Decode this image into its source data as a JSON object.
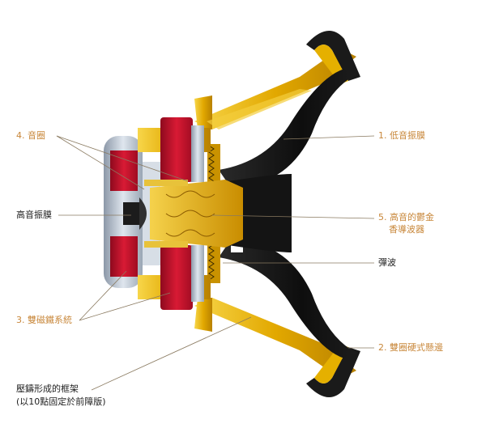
{
  "labels": {
    "voice_coil": "4. 音圈",
    "tweeter_diaphragm": "高音振膜",
    "dual_magnet_system": "3. 雙磁鐵系統",
    "die_cast_frame_line1": "壓鑄形成的框架",
    "die_cast_frame_line2": "(以10點固定於前障版)",
    "woofer_diaphragm": "1. 低音振膜",
    "tulip_waveguide_line1": "5. 高音的鬱金",
    "tulip_waveguide_line2": "香導波器",
    "spider": "彈波",
    "double_surround": "2. 雙圈硬式懸邊"
  },
  "colors": {
    "label_orange": "#c8873a",
    "label_dark": "#222222",
    "frame_gold": "#e8b400",
    "cone_black": "#141414",
    "magnet_red": "#c8102e",
    "pole_grey": "#b9c3cf"
  }
}
